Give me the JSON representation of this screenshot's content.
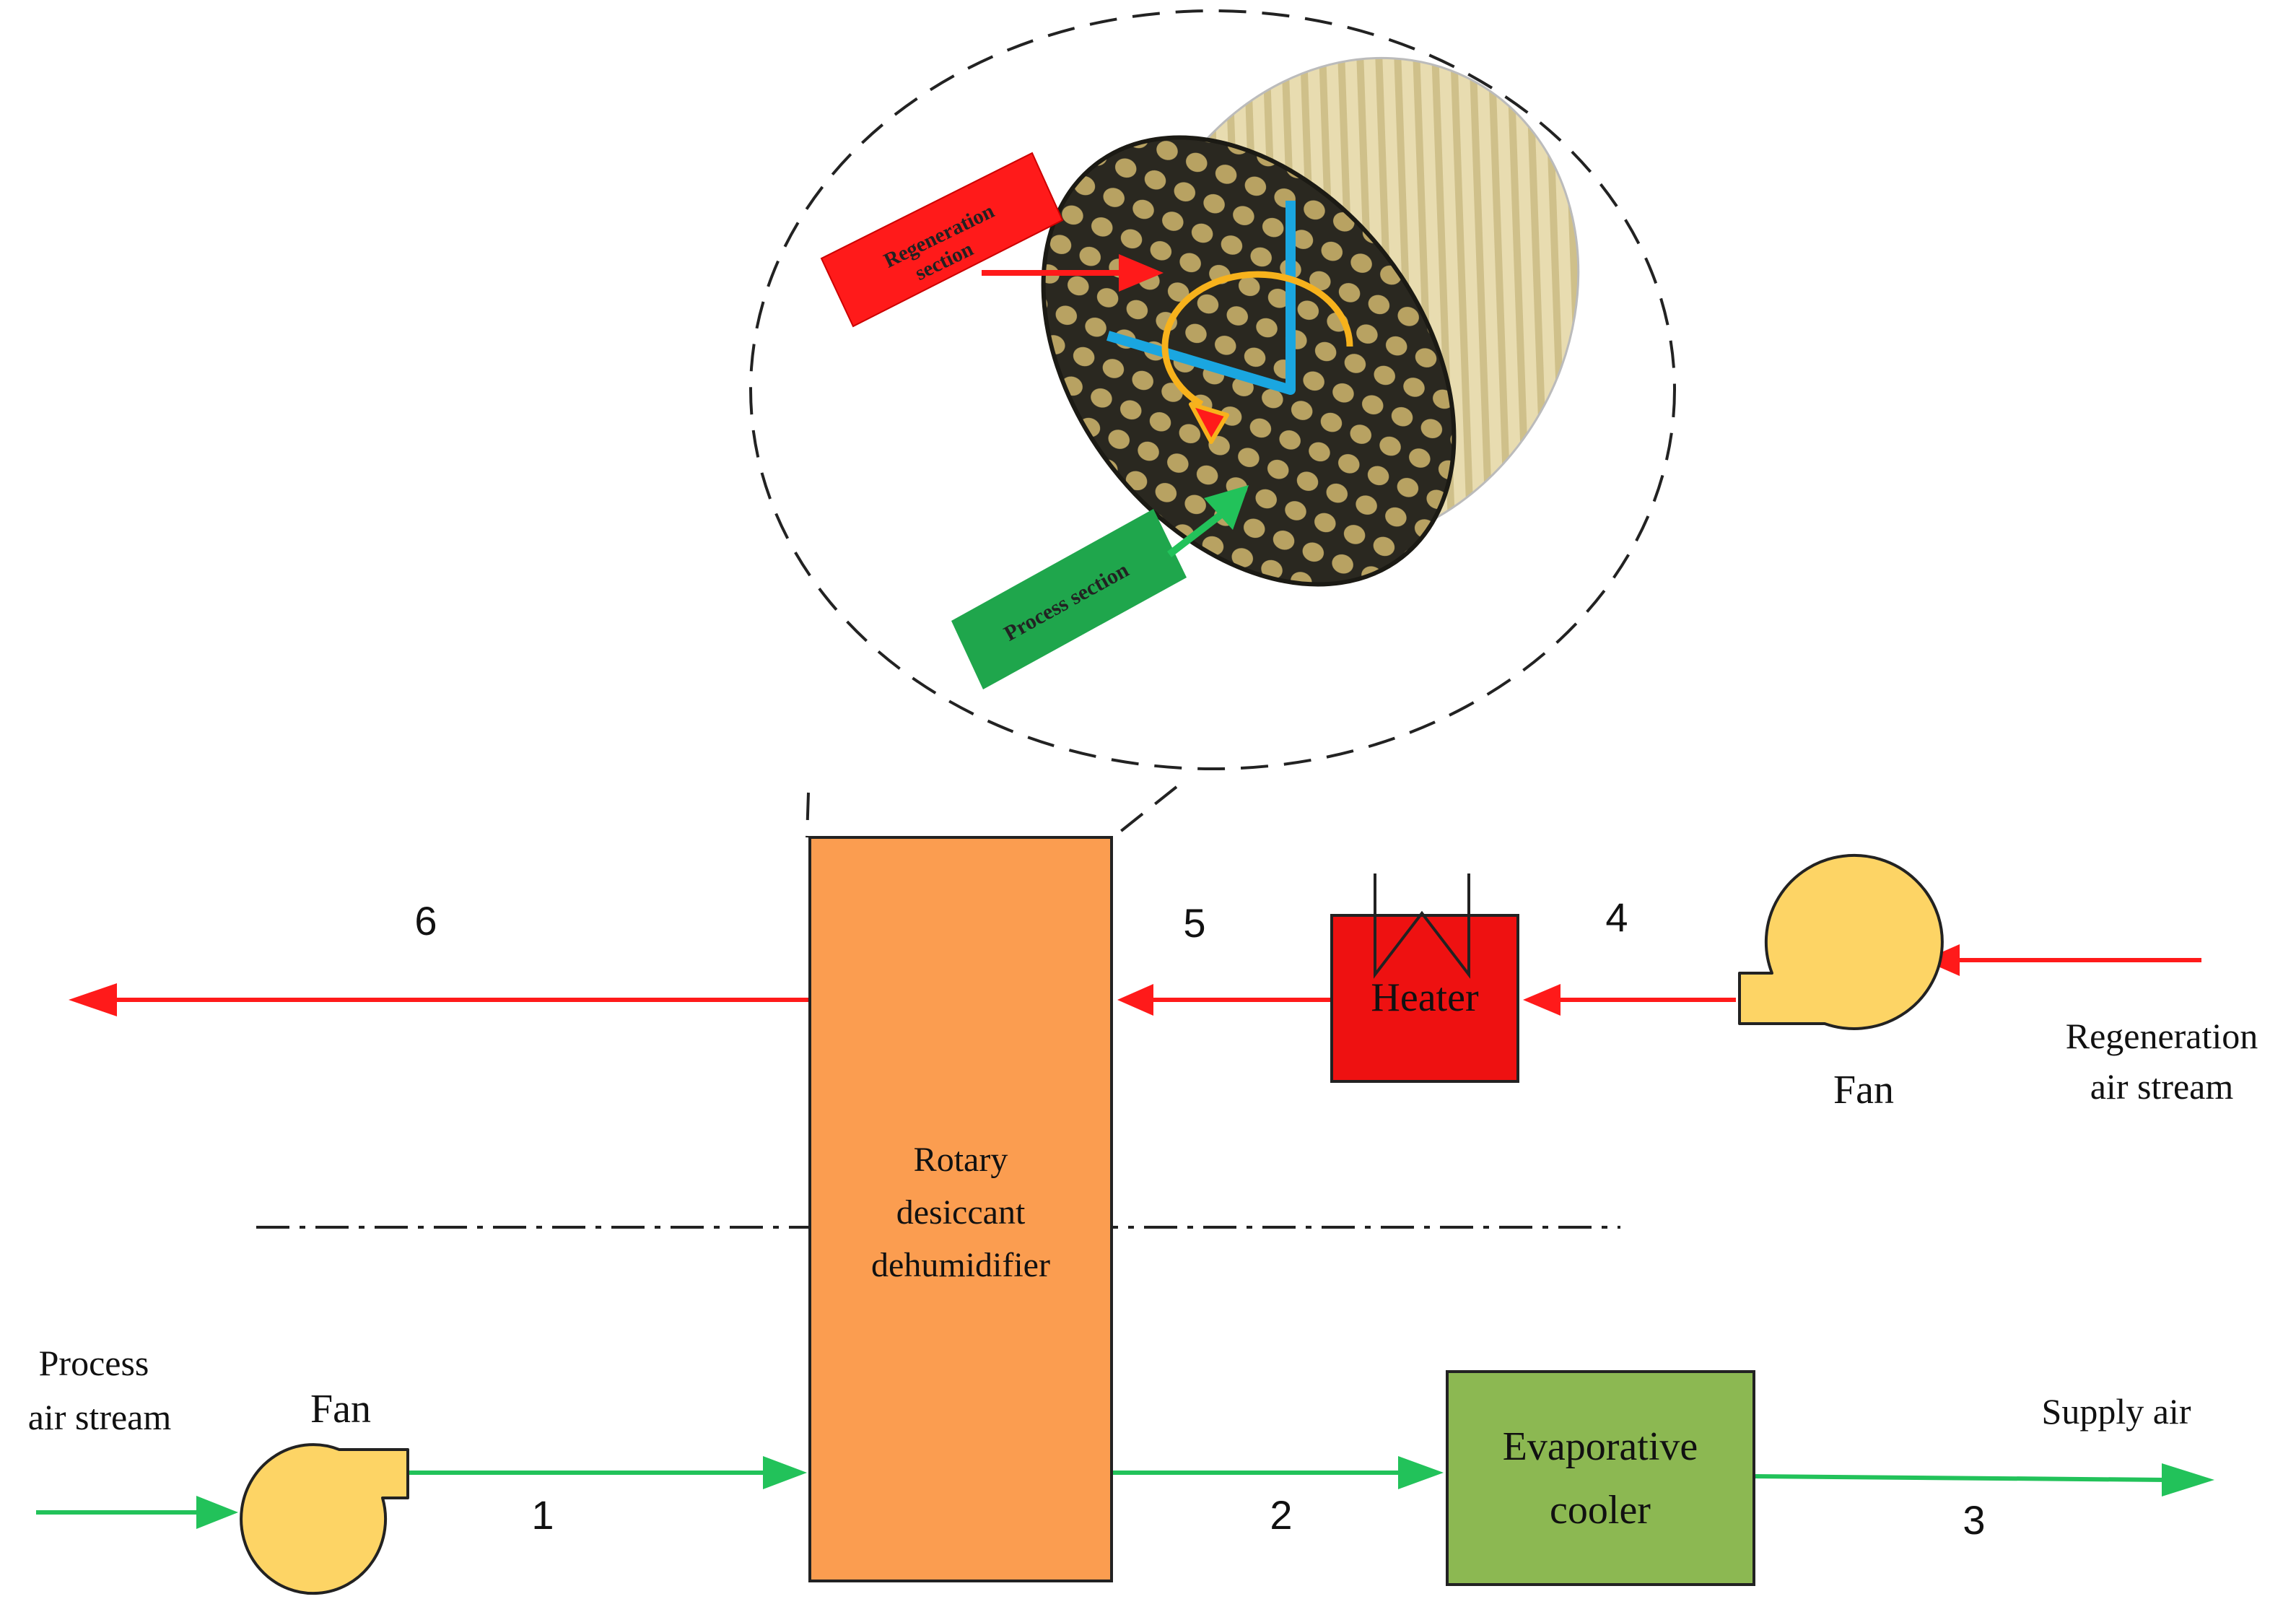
{
  "colors": {
    "regeneration": "#ff1a1a",
    "process": "#22c25a",
    "dehumidifier": "#fb9d50",
    "heater": "#ee1111",
    "cooler": "#8cb852",
    "fan": "#fdd465",
    "wheel_face": "#2a2820",
    "wheel_body": "#e8dcb0",
    "divider_line": "#1aa6e0",
    "rotation_arrow": "#f7b21c"
  },
  "wheel_detail": {
    "regeneration_tag": [
      "Regeneration",
      "section"
    ],
    "process_tag": "Process section"
  },
  "components": {
    "dehumidifier": [
      "Rotary",
      "desiccant",
      "dehumidifier"
    ],
    "heater": "Heater",
    "cooler": [
      "Evaporative",
      "cooler"
    ],
    "fan_top": "Fan",
    "fan_bottom": "Fan"
  },
  "streams": {
    "regeneration": [
      "Regeneration",
      "air stream"
    ],
    "process": [
      "Process",
      "air stream"
    ],
    "supply": "Supply air"
  },
  "state_points": {
    "p1": "1",
    "p2": "2",
    "p3": "3",
    "p4": "4",
    "p5": "5",
    "p6": "6"
  }
}
